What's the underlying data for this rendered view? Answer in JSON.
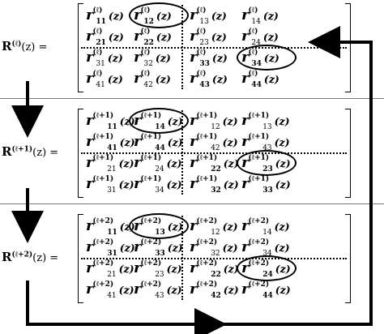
{
  "rows": [
    {
      "label_base": "R",
      "label_sup": "(ℓ)",
      "label_arg": "(z) =",
      "cell_sup": "(ℓ)",
      "cells": [
        [
          "11",
          "12",
          "13",
          "14"
        ],
        [
          "21",
          "22",
          "23",
          "24"
        ],
        [
          "31",
          "32",
          "33",
          "34"
        ],
        [
          "41",
          "42",
          "43",
          "44"
        ]
      ],
      "bold_subscripts": [
        "11",
        "12",
        "21",
        "22",
        "33",
        "34",
        "43",
        "44"
      ],
      "circled": [
        "12",
        "34"
      ]
    },
    {
      "label_base": "R",
      "label_sup": "(ℓ+1)",
      "label_arg": "(z) =",
      "cell_sup": "(ℓ+1)",
      "cells": [
        [
          "11",
          "14",
          "12",
          "13"
        ],
        [
          "41",
          "44",
          "42",
          "43"
        ],
        [
          "21",
          "24",
          "22",
          "23"
        ],
        [
          "31",
          "34",
          "32",
          "33"
        ]
      ],
      "bold_subscripts": [
        "11",
        "14",
        "41",
        "44",
        "22",
        "23",
        "32",
        "33"
      ],
      "circled": [
        "14",
        "23"
      ]
    },
    {
      "label_base": "R",
      "label_sup": "(ℓ+2)",
      "label_arg": "(z) =",
      "cell_sup": "(ℓ+2)",
      "cells": [
        [
          "11",
          "13",
          "12",
          "14"
        ],
        [
          "31",
          "33",
          "32",
          "34"
        ],
        [
          "21",
          "23",
          "22",
          "24"
        ],
        [
          "41",
          "43",
          "42",
          "44"
        ]
      ],
      "bold_subscripts": [
        "11",
        "13",
        "31",
        "33",
        "22",
        "24",
        "42",
        "44"
      ],
      "circled": [
        "13",
        "24"
      ]
    }
  ],
  "cell_base": "r",
  "cell_arg": "(z)"
}
